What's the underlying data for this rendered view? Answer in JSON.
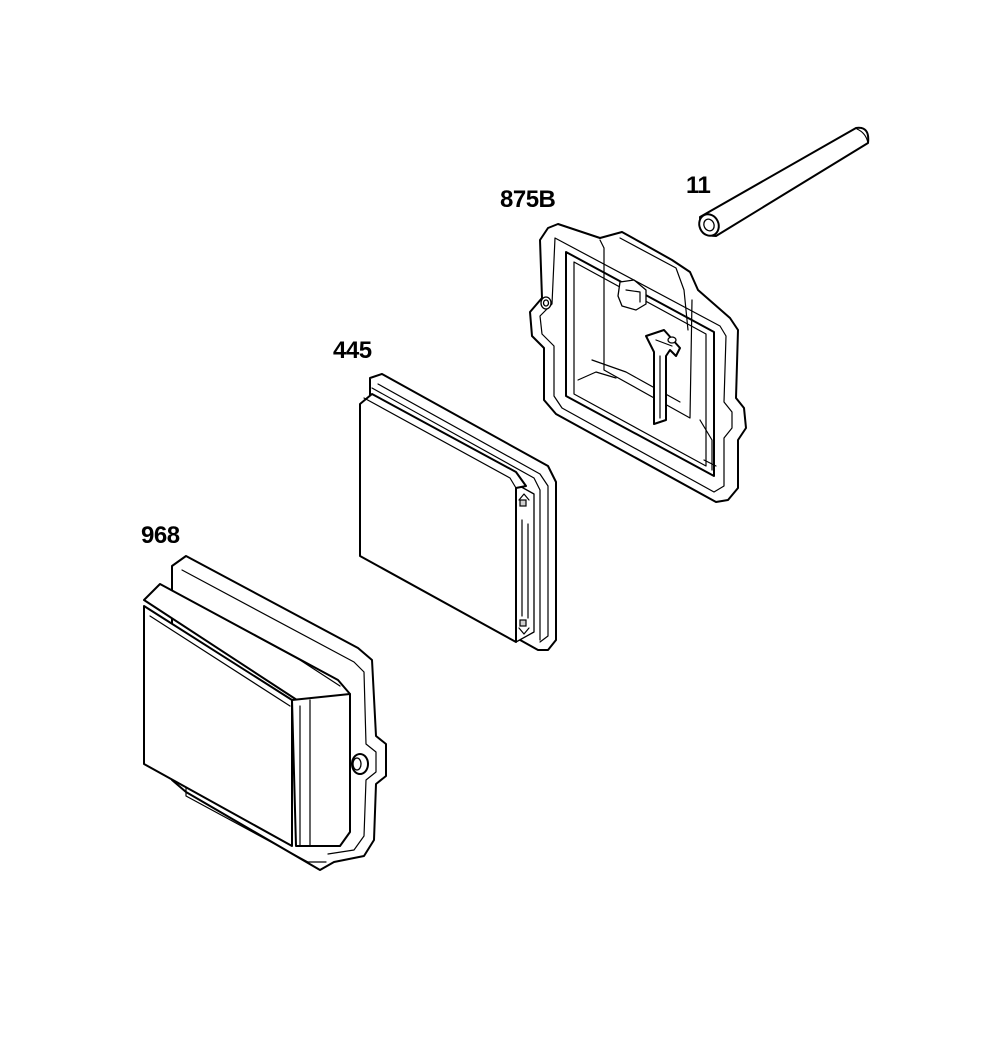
{
  "parts": [
    {
      "id": "tube",
      "label": "11",
      "icon": "tube-icon"
    },
    {
      "id": "air-cleaner-base",
      "label": "875B",
      "icon": "air-cleaner-base-icon"
    },
    {
      "id": "air-filter",
      "label": "445",
      "icon": "air-filter-icon"
    },
    {
      "id": "air-cleaner-cover",
      "label": "968",
      "icon": "air-cleaner-cover-icon"
    }
  ],
  "colors": {
    "line": "#000000",
    "background": "#ffffff",
    "shade": "#d0d0d0"
  }
}
